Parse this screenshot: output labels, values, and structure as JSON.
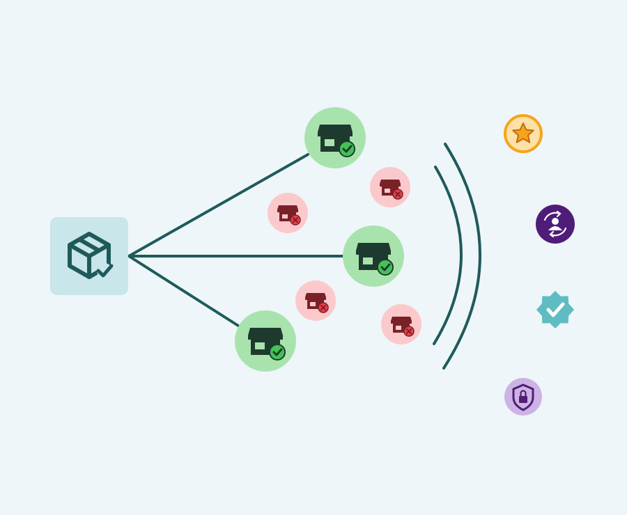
{
  "diagram": {
    "source": {
      "icon": "package-check-icon"
    },
    "approved_stores": [
      {
        "icon": "storefront-icon",
        "status": "approved",
        "status_icon": "check-badge-icon"
      },
      {
        "icon": "storefront-icon",
        "status": "approved",
        "status_icon": "check-badge-icon"
      },
      {
        "icon": "storefront-icon",
        "status": "approved",
        "status_icon": "check-badge-icon"
      }
    ],
    "rejected_stores": [
      {
        "icon": "storefront-icon",
        "status": "rejected",
        "status_icon": "x-badge-icon"
      },
      {
        "icon": "storefront-icon",
        "status": "rejected",
        "status_icon": "x-badge-icon"
      },
      {
        "icon": "storefront-icon",
        "status": "rejected",
        "status_icon": "x-badge-icon"
      },
      {
        "icon": "storefront-icon",
        "status": "rejected",
        "status_icon": "x-badge-icon"
      }
    ],
    "barrier": {
      "icon": "double-arc-barrier"
    },
    "trust_badges": [
      {
        "icon": "star-icon",
        "color": "#f4a51c"
      },
      {
        "icon": "user-sync-icon",
        "color": "#4f1d78"
      },
      {
        "icon": "verified-check-icon",
        "color": "#5fbcc2"
      },
      {
        "icon": "shield-lock-icon",
        "color": "#cdb3e3"
      }
    ]
  },
  "colors": {
    "background": "#eef6f9",
    "line": "#1f5a5b",
    "source_box": "#c9e6ea",
    "approved_circle": "#a8e3ad",
    "approved_badge": "#43c355",
    "rejected_circle": "#fbc9cc",
    "rejected_badge": "#e8414d",
    "store_dark": "#1e3a2f",
    "store_dark_rejected": "#7a2128"
  }
}
